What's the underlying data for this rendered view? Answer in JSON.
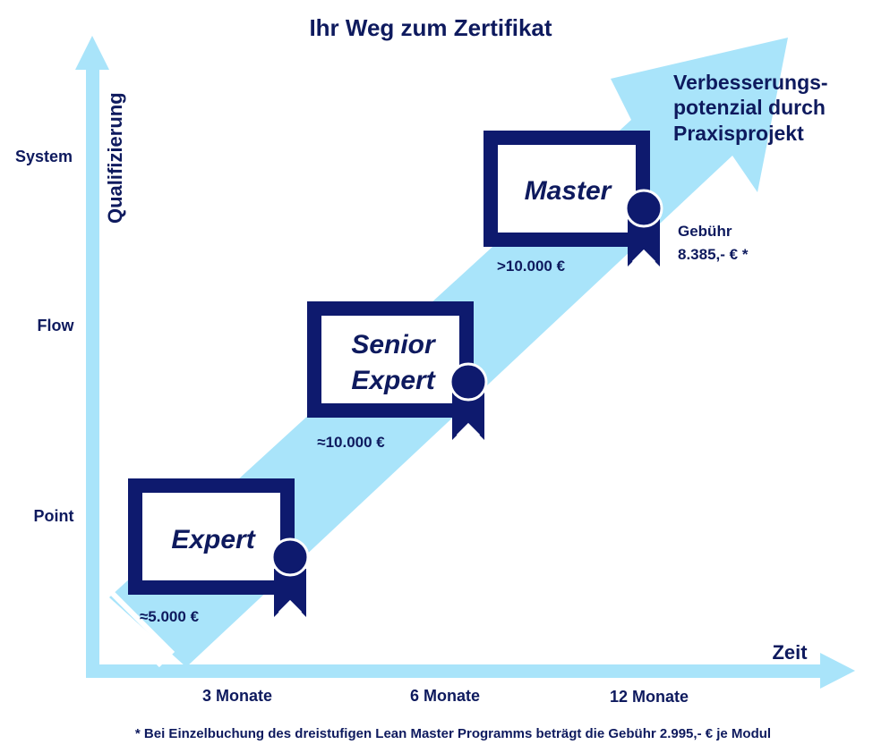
{
  "title": "Ihr Weg zum Zertifikat",
  "axes": {
    "y_label": "Qualifizierung",
    "x_label": "Zeit",
    "y_levels": [
      "System",
      "Flow",
      "Point"
    ],
    "x_ticks": [
      "3 Monate",
      "6 Monate",
      "12 Monate"
    ]
  },
  "certificates": [
    {
      "name": "Expert",
      "cost": "≈5.000 €"
    },
    {
      "name_line1": "Senior",
      "name_line2": "Expert",
      "cost": "≈10.000 €"
    },
    {
      "name": "Master",
      "cost": ">10.000 €"
    }
  ],
  "arrow_label": [
    "Verbesserungs-",
    "potenzial durch",
    "Praxisprojekt"
  ],
  "fee": {
    "line1": "Gebühr",
    "line2": "8.385,- € *"
  },
  "footnote": "* Bei Einzelbuchung des dreistufigen Lean Master Programms beträgt die Gebühr 2.995,- € je Modul",
  "colors": {
    "navy": "#0e1a5e",
    "light_blue": "#a9e4fa",
    "certificate_frame": "#0e1a6e"
  }
}
